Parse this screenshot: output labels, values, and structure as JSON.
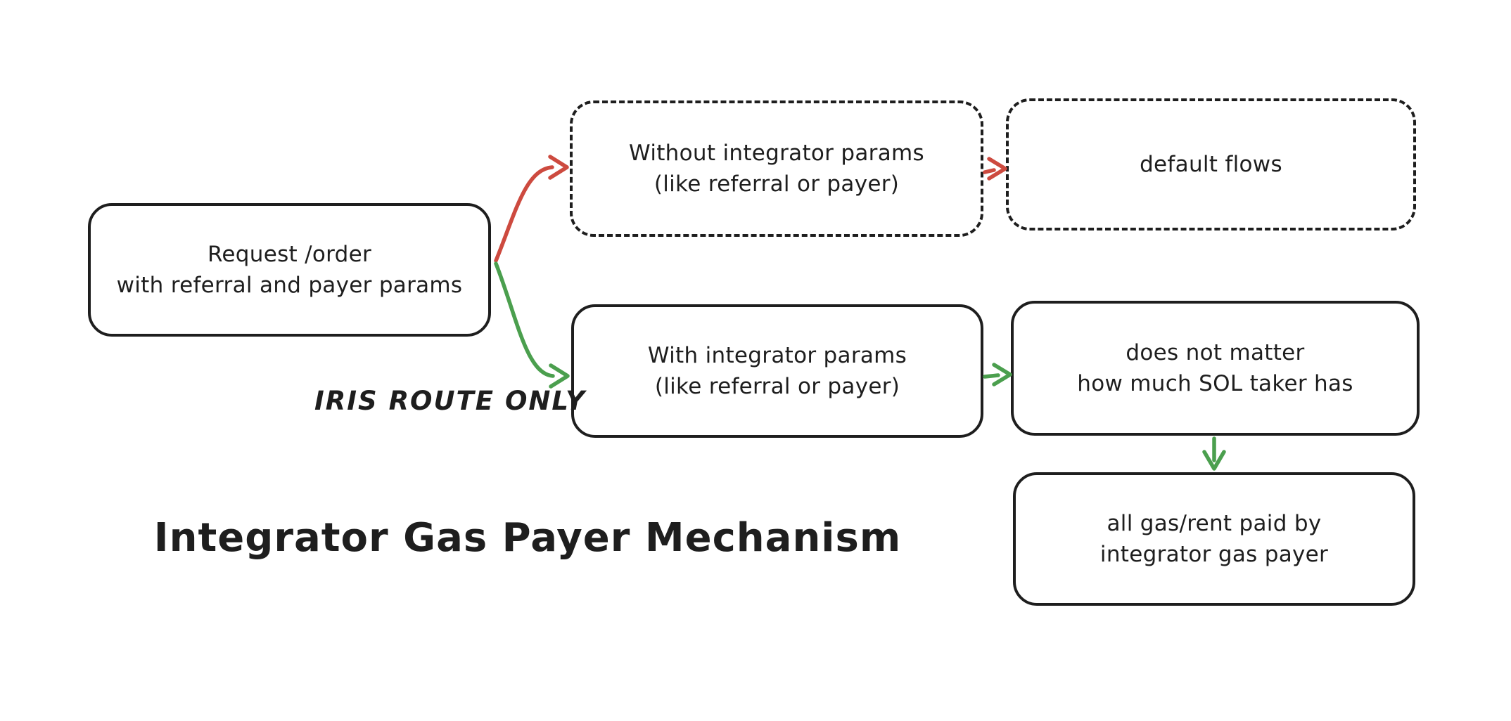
{
  "title": "Integrator Gas Payer Mechanism",
  "colors": {
    "ink": "#1e1e1e",
    "red": "#cd4a3f",
    "green": "#4b9f4e",
    "background": "#ffffff"
  },
  "nodes": {
    "request": {
      "lines": [
        "Request /order",
        "with referral and payer params"
      ],
      "border": "solid"
    },
    "without_params": {
      "lines": [
        "Without integrator params",
        "(like referral or payer)"
      ],
      "border": "dashed"
    },
    "default_flows": {
      "lines": [
        "default flows"
      ],
      "border": "dashed"
    },
    "with_params": {
      "lines": [
        "With integrator params",
        "(like referral or payer)"
      ],
      "border": "solid"
    },
    "sol_taker": {
      "lines": [
        "does not matter",
        "how much SOL taker has"
      ],
      "border": "solid"
    },
    "gas_payer": {
      "lines": [
        "all gas/rent paid by",
        "integrator gas payer"
      ],
      "border": "solid"
    }
  },
  "edges": [
    {
      "from": "request",
      "to": "without_params",
      "color": "red"
    },
    {
      "from": "without_params",
      "to": "default_flows",
      "color": "red"
    },
    {
      "from": "request",
      "to": "with_params",
      "color": "green",
      "label": "IRIS ROUTE ONLY"
    },
    {
      "from": "with_params",
      "to": "sol_taker",
      "color": "green"
    },
    {
      "from": "sol_taker",
      "to": "gas_payer",
      "color": "green"
    }
  ]
}
